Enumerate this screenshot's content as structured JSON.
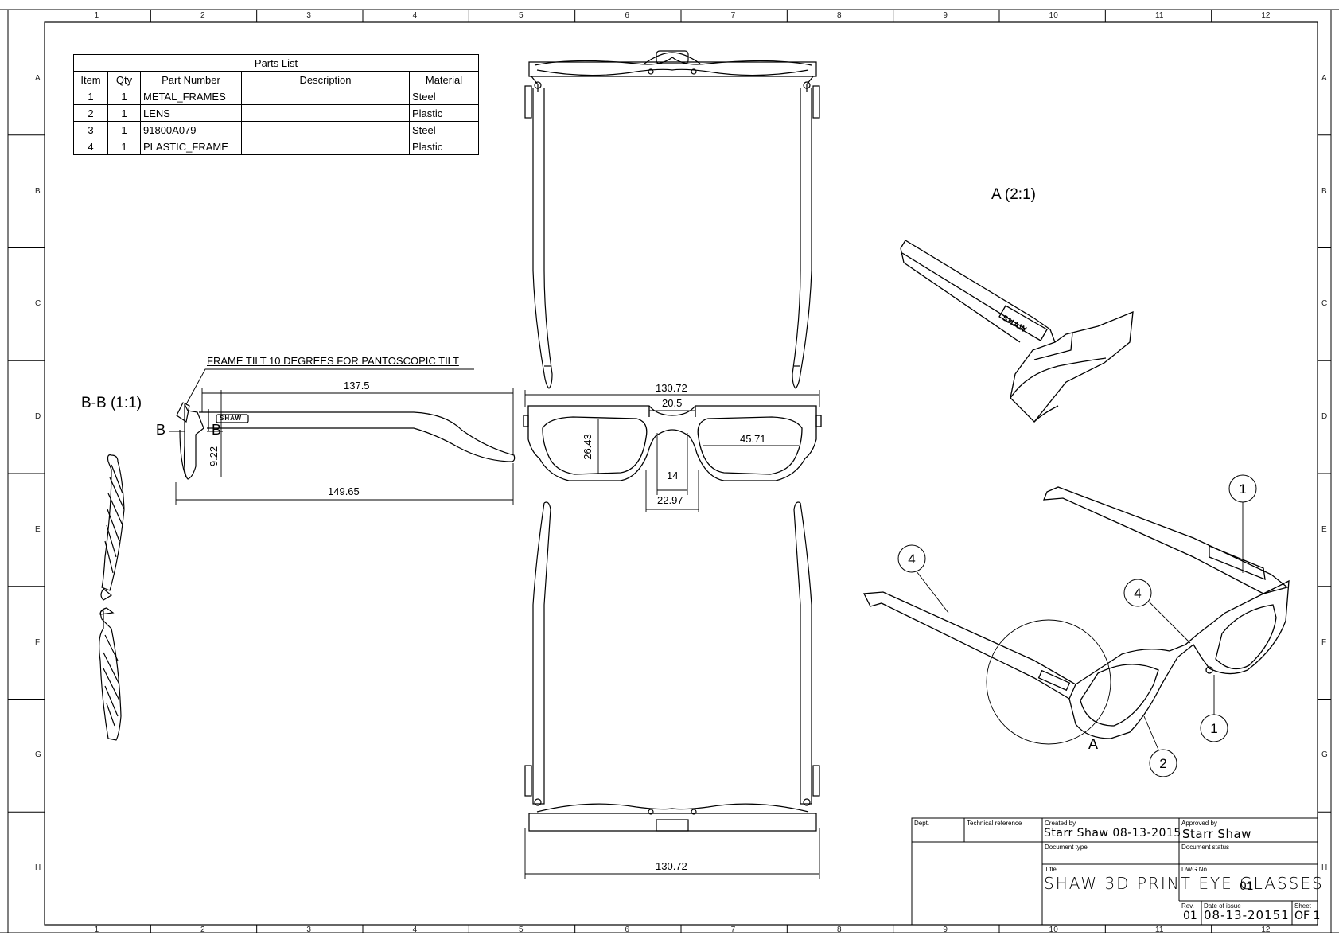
{
  "parts_list": {
    "title": "Parts List",
    "headers": [
      "Item",
      "Qty",
      "Part Number",
      "Description",
      "Material"
    ],
    "rows": [
      {
        "item": "1",
        "qty": "1",
        "part_number": "METAL_FRAMES",
        "description": "",
        "material": "Steel"
      },
      {
        "item": "2",
        "qty": "1",
        "part_number": "LENS",
        "description": "",
        "material": "Plastic"
      },
      {
        "item": "3",
        "qty": "1",
        "part_number": "91800A079",
        "description": "",
        "material": "Steel"
      },
      {
        "item": "4",
        "qty": "1",
        "part_number": "PLASTIC_FRAME",
        "description": "",
        "material": "Plastic"
      }
    ]
  },
  "zones": {
    "columns": [
      "1",
      "2",
      "3",
      "4",
      "5",
      "6",
      "7",
      "8",
      "9",
      "10",
      "11",
      "12"
    ],
    "rows": [
      "A",
      "B",
      "C",
      "D",
      "E",
      "F",
      "G",
      "H"
    ]
  },
  "views": {
    "detail_a": "A (2:1)",
    "section_bb": "B-B (1:1)",
    "section_marker": "B",
    "detail_marker": "A"
  },
  "annotations": {
    "frame_tilt": "FRAME TILT 10 DEGREES FOR PANTOSCOPIC TILT",
    "logo": "SHAW"
  },
  "dimensions": {
    "side_top": "137.5",
    "side_bottom": "149.65",
    "side_height": "9.22",
    "front_width": "130.72",
    "bridge_width": "20.5",
    "lens_height": "26.43",
    "lens_width": "45.71",
    "bridge_inner": "14",
    "bridge_outer": "22.97",
    "bottom_width": "130.72"
  },
  "balloons": [
    "1",
    "4",
    "4",
    "1",
    "2"
  ],
  "title_block": {
    "dept_label": "Dept.",
    "tech_ref_label": "Technical reference",
    "created_label": "Created by",
    "created_value": "Starr Shaw 08-13-2015",
    "approved_label": "Approved by",
    "approved_value": "Starr Shaw",
    "doc_type_label": "Document type",
    "doc_status_label": "Document status",
    "title_label": "Title",
    "title_value": "SHAW 3D PRINT EYE GLASSES",
    "dwg_label": "DWG No.",
    "dwg_value": "01",
    "rev_label": "Rev.",
    "rev_value": "01",
    "issue_label": "Date of issue",
    "issue_value": "08-13-20151",
    "sheet_label": "Sheet",
    "sheet_value": "OF 1"
  }
}
